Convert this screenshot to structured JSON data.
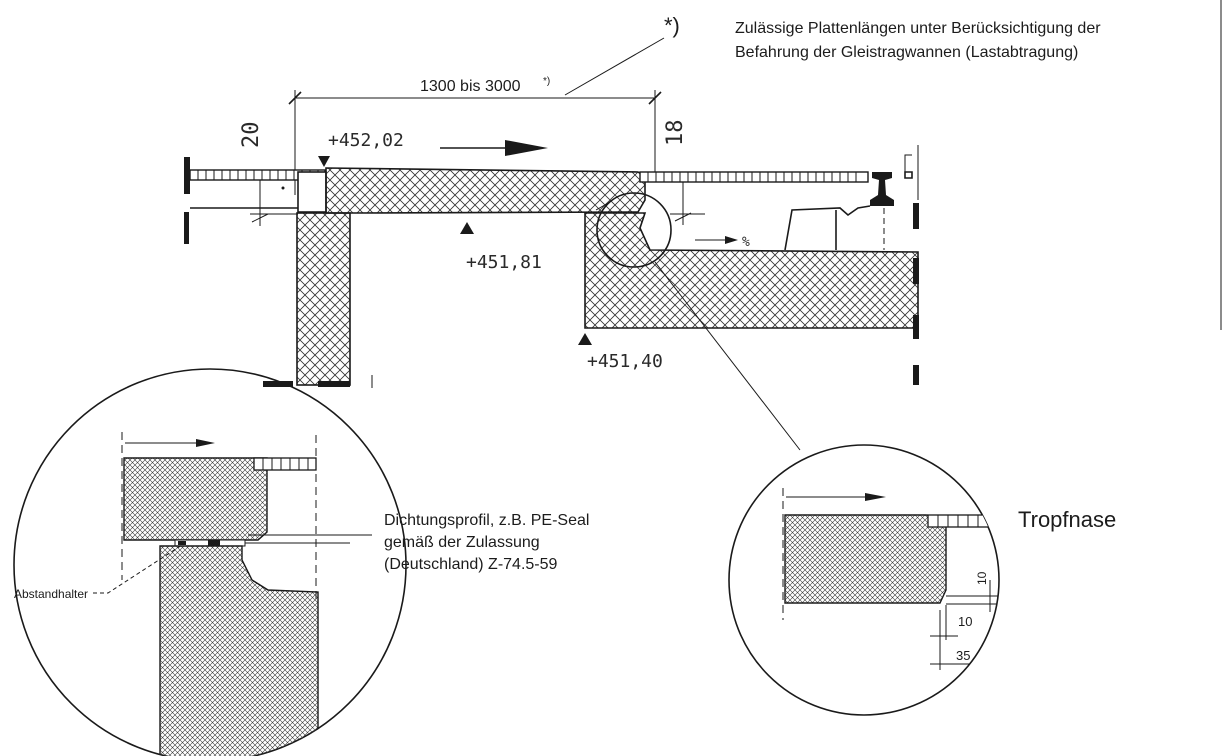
{
  "notes": {
    "asterisk": "*)",
    "plate_length_line1": "Zulässige Plattenlängen unter Berücksichtigung der",
    "plate_length_line2": "Befahrung der Gleistragwannen (Lastabtragung)"
  },
  "dimensions": {
    "span": "1300 bis 3000",
    "span_note": "*)",
    "left_height": "20",
    "right_height": "18",
    "detail_10_a": "10",
    "detail_10_b": "10",
    "detail_35": "35"
  },
  "elevations": {
    "top": "+452,02",
    "support_left": "+451,81",
    "support_right": "+451,40"
  },
  "slope": "%",
  "labels": {
    "seal_line1": "Dichtungsprofil, z.B. PE-Seal",
    "seal_line2": "gemäß der Zulassung",
    "seal_line3": "(Deutschland) Z-74.5-59",
    "spacer": "Abstandhalter",
    "drip_nose": "Tropfnase"
  }
}
